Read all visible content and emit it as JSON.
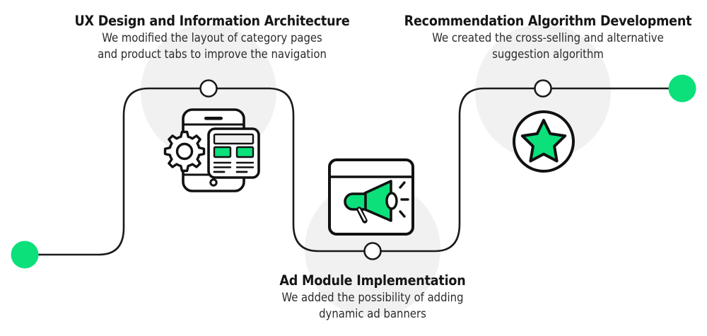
{
  "diagram": {
    "type": "process-flow-timeline",
    "orientation": "horizontal-zigzag",
    "background": "#ffffff"
  },
  "colors": {
    "accent_green": "#0be07b",
    "line": "#1a1a1a",
    "halo_gray": "#f1f1f1",
    "text_dark": "#151515",
    "text_body": "#2b2b2b",
    "node_fill": "#ffffff"
  },
  "steps": [
    {
      "id": "ux-design",
      "title": "UX Design and Information Architecture",
      "description_lines": [
        "We modified the layout of category pages",
        "and product tabs to improve the navigation"
      ],
      "icon": "mobile-gear-layout-icon",
      "position": "top"
    },
    {
      "id": "ad-module",
      "title": "Ad Module Implementation",
      "description_lines": [
        "We added the possibility of adding",
        "dynamic ad banners"
      ],
      "icon": "browser-megaphone-icon",
      "position": "bottom"
    },
    {
      "id": "recommendation-algorithm",
      "title": "Recommendation Algorithm Development",
      "description_lines": [
        "We created the cross-selling and alternative",
        "suggestion algorithm"
      ],
      "icon": "star-circle-icon",
      "position": "top"
    }
  ],
  "endpoints": {
    "start": {
      "shape": "filled-circle",
      "color": "#0be07b"
    },
    "end": {
      "shape": "filled-circle",
      "color": "#0be07b"
    }
  },
  "nodes": [
    {
      "id": "node-ux",
      "shape": "outlined-circle"
    },
    {
      "id": "node-ad",
      "shape": "outlined-circle"
    },
    {
      "id": "node-rec",
      "shape": "outlined-circle"
    }
  ]
}
